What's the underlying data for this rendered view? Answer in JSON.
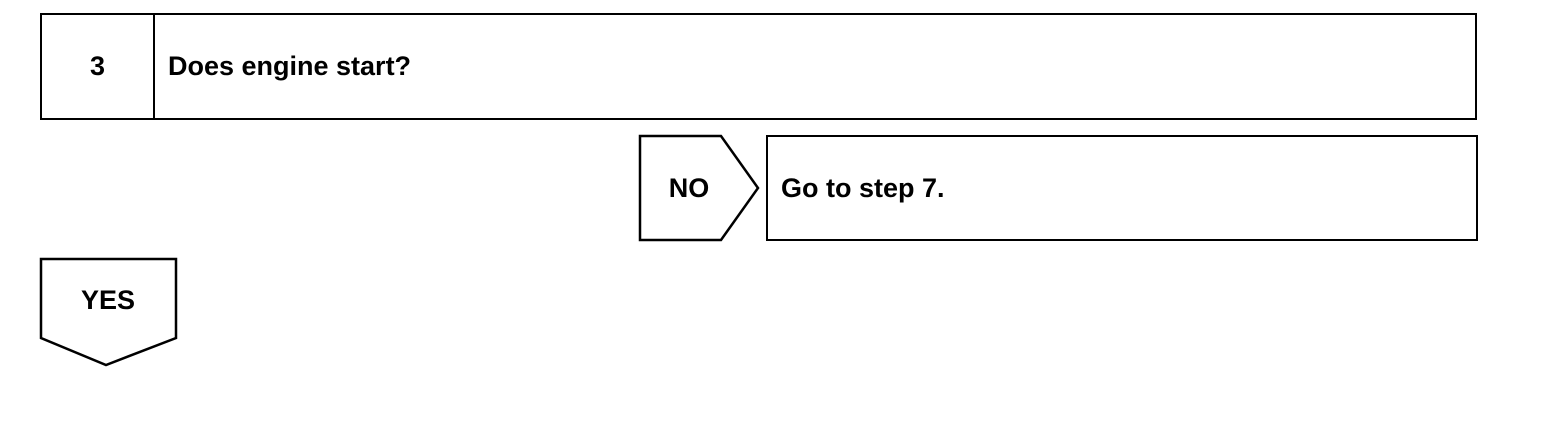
{
  "step": {
    "number": "3",
    "question": "Does engine start?"
  },
  "no_branch": {
    "label": "NO",
    "action": "Go to step 7."
  },
  "yes_branch": {
    "label": "YES"
  }
}
